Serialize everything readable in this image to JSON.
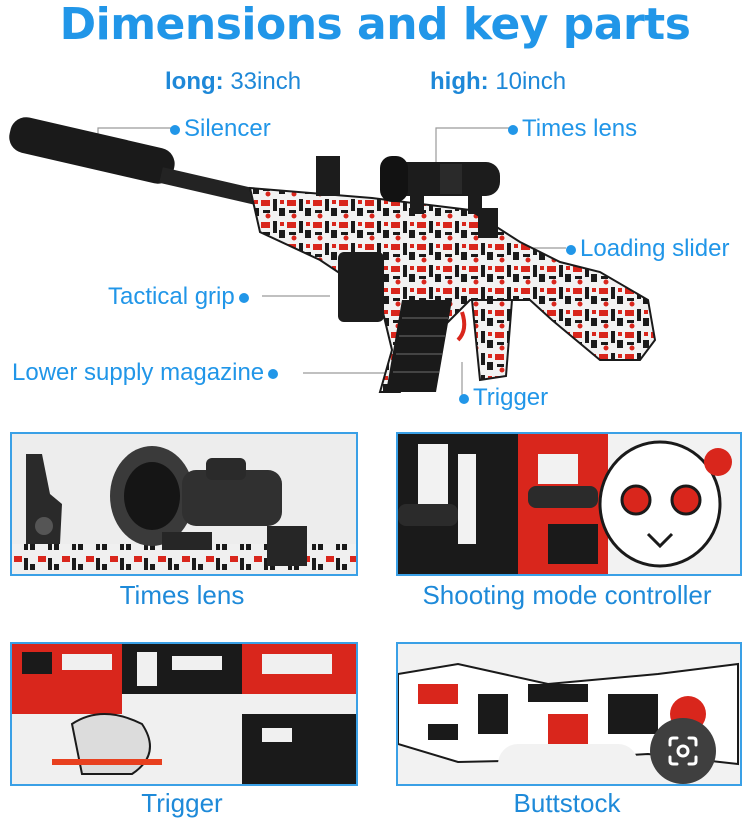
{
  "title": "Dimensions and key parts",
  "dimensions": {
    "long_label": "long:",
    "long_value": "33inch",
    "high_label": "high:",
    "high_value": "10inch"
  },
  "parts": {
    "silencer": "Silencer",
    "times_lens": "Times lens",
    "loading_slider": "Loading slider",
    "tactical_grip": "Tactical grip",
    "lower_supply_magazine": "Lower supply magazine",
    "trigger": "Trigger"
  },
  "panels": [
    {
      "caption": "Times lens"
    },
    {
      "caption": "Shooting mode controller"
    },
    {
      "caption": "Trigger"
    },
    {
      "caption": "Buttstock"
    }
  ],
  "colors": {
    "accent": "#2196e8",
    "gun_red": "#d9261c",
    "gun_black": "#1a1a1a"
  },
  "icons": [
    "lens-search-icon"
  ]
}
